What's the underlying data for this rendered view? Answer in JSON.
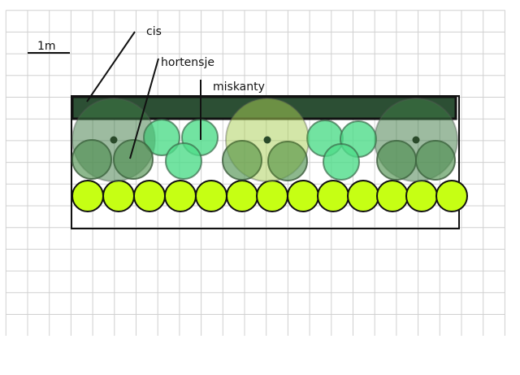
{
  "scale_label": "1m",
  "labels": {
    "cis": "cis",
    "hortensje": "hortensje",
    "miskanty": "miskanty"
  },
  "colors": {
    "grid": "#d0d0d0",
    "band": "#2c4f34",
    "cis": "#3f7a46",
    "cis_yellow": "#e6ff8a",
    "hortensje": "#5c9a5c",
    "miskanty": "#4fdc8a",
    "lime": "#c6ff14"
  },
  "counts": {
    "cis": 3,
    "hortensje": 6,
    "miskanty": 6,
    "hedge": 13
  }
}
